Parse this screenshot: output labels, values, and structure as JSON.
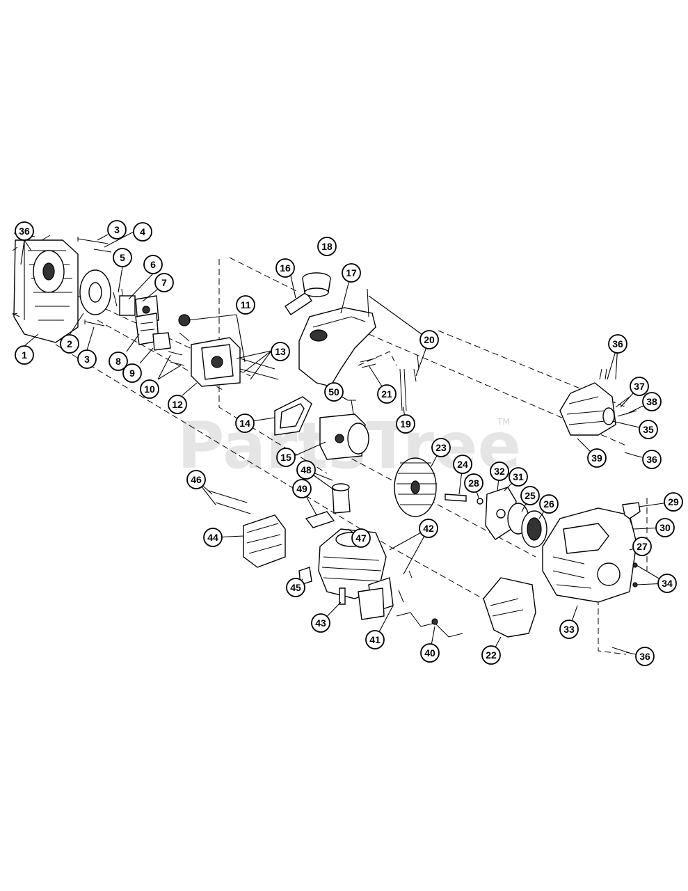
{
  "watermark": {
    "text": "PartsTree",
    "trademark": "TM"
  },
  "callouts": [
    "1",
    "2",
    "3",
    "3",
    "4",
    "5",
    "6",
    "7",
    "8",
    "9",
    "10",
    "11",
    "12",
    "13",
    "14",
    "15",
    "16",
    "17",
    "18",
    "19",
    "20",
    "21",
    "22",
    "23",
    "24",
    "25",
    "26",
    "27",
    "28",
    "29",
    "30",
    "31",
    "32",
    "33",
    "34",
    "35",
    "36",
    "36",
    "36",
    "36",
    "36",
    "37",
    "38",
    "39",
    "40",
    "41",
    "42",
    "43",
    "44",
    "45",
    "46",
    "47",
    "48",
    "49",
    "50"
  ]
}
